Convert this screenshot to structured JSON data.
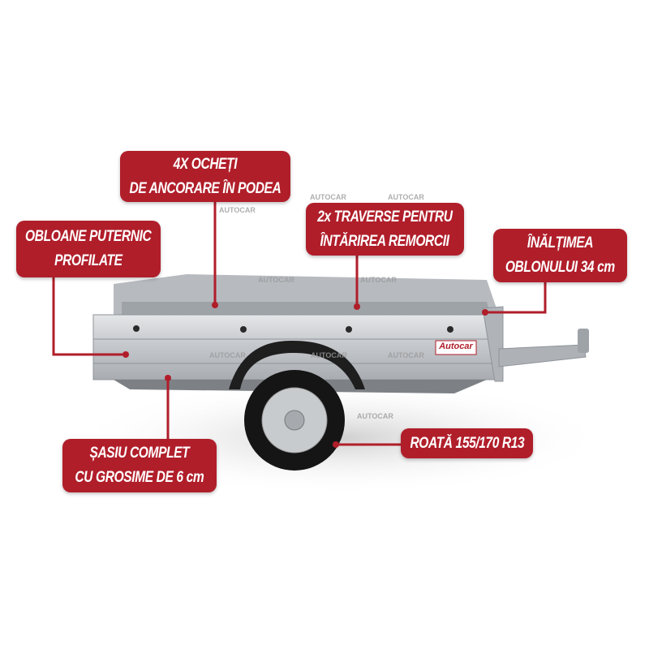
{
  "callouts": {
    "anchors": {
      "line1": "4X OCHEȚI",
      "line2": "DE ANCORARE ÎN PODEA"
    },
    "sides": {
      "line1": "OBLOANE PUTERNIC",
      "line2": "PROFILATE"
    },
    "crossbars": {
      "line1": "2x TRAVERSE PENTRU",
      "line2": "ÎNTĂRIREA REMORCII"
    },
    "height": {
      "line1": "ÎNĂLȚIMEA",
      "line2": "OBLONULUI 34 cm"
    },
    "chassis": {
      "line1": "ȘASIU COMPLET",
      "line2": "CU GROSIME DE 6 cm"
    },
    "wheel": {
      "line1": "ROATĂ 155/170 R13"
    }
  },
  "brand_logo": "Autocar",
  "watermark": "AUTOCAR",
  "colors": {
    "accent": "#b01e2a",
    "metal": "#c9ccd0"
  }
}
